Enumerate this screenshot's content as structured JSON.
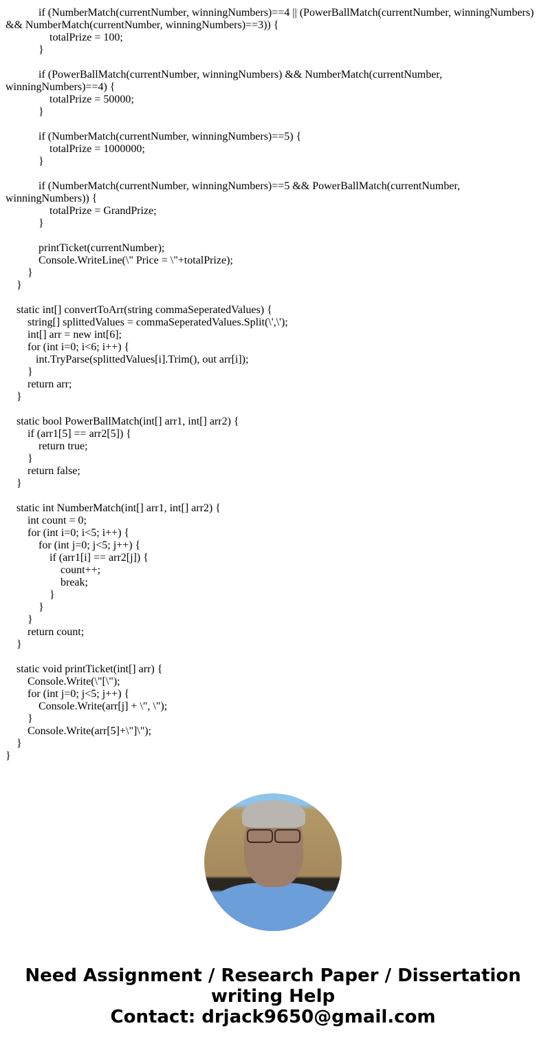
{
  "code_lines": [
    {
      "indent": 48,
      "text": "if (NumberMatch(currentNumber, winningNumbers)==4 || (PowerBallMatch(currentNumber, winningNumbers)"
    },
    {
      "indent": 0,
      "text": "&& NumberMatch(currentNumber, winningNumbers)==3)) {"
    },
    {
      "indent": 64,
      "text": "totalPrize = 100;"
    },
    {
      "indent": 48,
      "text": "}"
    },
    {
      "indent": 0,
      "text": ""
    },
    {
      "indent": 48,
      "text": "if (PowerBallMatch(currentNumber, winningNumbers) && NumberMatch(currentNumber,"
    },
    {
      "indent": 0,
      "text": "winningNumbers)==4) {"
    },
    {
      "indent": 64,
      "text": "totalPrize = 50000;"
    },
    {
      "indent": 48,
      "text": "}"
    },
    {
      "indent": 0,
      "text": ""
    },
    {
      "indent": 48,
      "text": "if (NumberMatch(currentNumber, winningNumbers)==5) {"
    },
    {
      "indent": 64,
      "text": "totalPrize = 1000000;"
    },
    {
      "indent": 48,
      "text": "}"
    },
    {
      "indent": 0,
      "text": ""
    },
    {
      "indent": 48,
      "text": "if (NumberMatch(currentNumber, winningNumbers)==5 && PowerBallMatch(currentNumber,"
    },
    {
      "indent": 0,
      "text": "winningNumbers)) {"
    },
    {
      "indent": 64,
      "text": "totalPrize = GrandPrize;"
    },
    {
      "indent": 48,
      "text": "}"
    },
    {
      "indent": 0,
      "text": ""
    },
    {
      "indent": 48,
      "text": "printTicket(currentNumber);"
    },
    {
      "indent": 48,
      "text": "Console.WriteLine(\\\" Price = \\\"+totalPrize);"
    },
    {
      "indent": 32,
      "text": "}"
    },
    {
      "indent": 16,
      "text": "}"
    },
    {
      "indent": 0,
      "text": ""
    },
    {
      "indent": 16,
      "text": "static int[] convertToArr(string commaSeperatedValues) {"
    },
    {
      "indent": 32,
      "text": "string[] splittedValues = commaSeperatedValues.Split(\\',\\');"
    },
    {
      "indent": 32,
      "text": "int[] arr = new int[6];"
    },
    {
      "indent": 32,
      "text": "for (int i=0; i<6; i++) {"
    },
    {
      "indent": 44,
      "text": "int.TryParse(splittedValues[i].Trim(), out arr[i]);"
    },
    {
      "indent": 32,
      "text": "}"
    },
    {
      "indent": 32,
      "text": "return arr;"
    },
    {
      "indent": 16,
      "text": "}"
    },
    {
      "indent": 0,
      "text": ""
    },
    {
      "indent": 16,
      "text": "static bool PowerBallMatch(int[] arr1, int[] arr2) {"
    },
    {
      "indent": 32,
      "text": "if (arr1[5] == arr2[5]) {"
    },
    {
      "indent": 48,
      "text": "return true;"
    },
    {
      "indent": 32,
      "text": "}"
    },
    {
      "indent": 32,
      "text": "return false;"
    },
    {
      "indent": 16,
      "text": "}"
    },
    {
      "indent": 0,
      "text": ""
    },
    {
      "indent": 16,
      "text": "static int NumberMatch(int[] arr1, int[] arr2) {"
    },
    {
      "indent": 32,
      "text": "int count = 0;"
    },
    {
      "indent": 32,
      "text": "for (int i=0; i<5; i++) {"
    },
    {
      "indent": 48,
      "text": "for (int j=0; j<5; j++) {"
    },
    {
      "indent": 64,
      "text": "if (arr1[i] == arr2[j]) {"
    },
    {
      "indent": 80,
      "text": "count++;"
    },
    {
      "indent": 80,
      "text": "break;"
    },
    {
      "indent": 64,
      "text": "}"
    },
    {
      "indent": 48,
      "text": "}"
    },
    {
      "indent": 32,
      "text": "}"
    },
    {
      "indent": 32,
      "text": "return count;"
    },
    {
      "indent": 16,
      "text": "}"
    },
    {
      "indent": 0,
      "text": ""
    },
    {
      "indent": 16,
      "text": "static void printTicket(int[] arr) {"
    },
    {
      "indent": 32,
      "text": "Console.Write(\\\"[\\\");"
    },
    {
      "indent": 32,
      "text": "for (int j=0; j<5; j++) {"
    },
    {
      "indent": 48,
      "text": "Console.Write(arr[j] + \\\", \\\");"
    },
    {
      "indent": 32,
      "text": "}"
    },
    {
      "indent": 32,
      "text": "Console.Write(arr[5]+\\\"]\\\");"
    },
    {
      "indent": 16,
      "text": "}"
    },
    {
      "indent": 0,
      "text": "}"
    }
  ],
  "footer": {
    "line1": "Need Assignment / Research Paper / Dissertation",
    "line2": "writing Help",
    "line3": "Contact: drjack9650@gmail.com"
  }
}
